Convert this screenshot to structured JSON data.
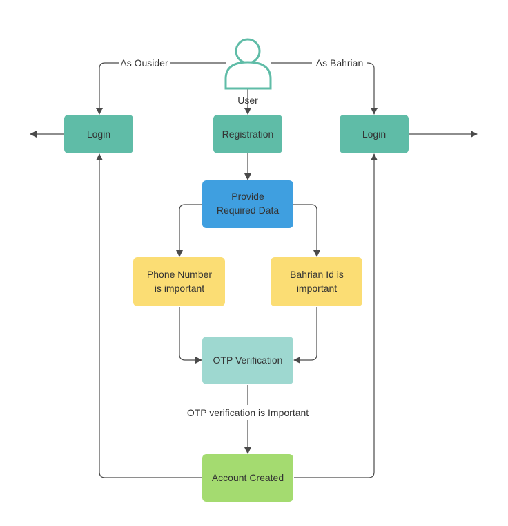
{
  "colors": {
    "teal": "#5fbca7",
    "blue": "#3f9fe0",
    "yellow": "#fbdd74",
    "light_teal": "#9ed8d0",
    "green": "#a4db70",
    "user_icon": "#5fbca7",
    "line": "#4a4a4a"
  },
  "user": {
    "icon": "user-icon",
    "label": "User"
  },
  "edges": {
    "outsider": "As Ousider",
    "bahrian": "As Bahrian",
    "otp_note": "OTP verification is Important"
  },
  "nodes": {
    "login_left": "Login",
    "registration": "Registration",
    "login_right": "Login",
    "provide_line1": "Provide",
    "provide_line2": "Required Data",
    "phone_line1": "Phone Number",
    "phone_line2": "is important",
    "bahrian_line1": "Bahrian Id is",
    "bahrian_line2": "important",
    "otp": "OTP Verification",
    "account": "Account Created"
  }
}
